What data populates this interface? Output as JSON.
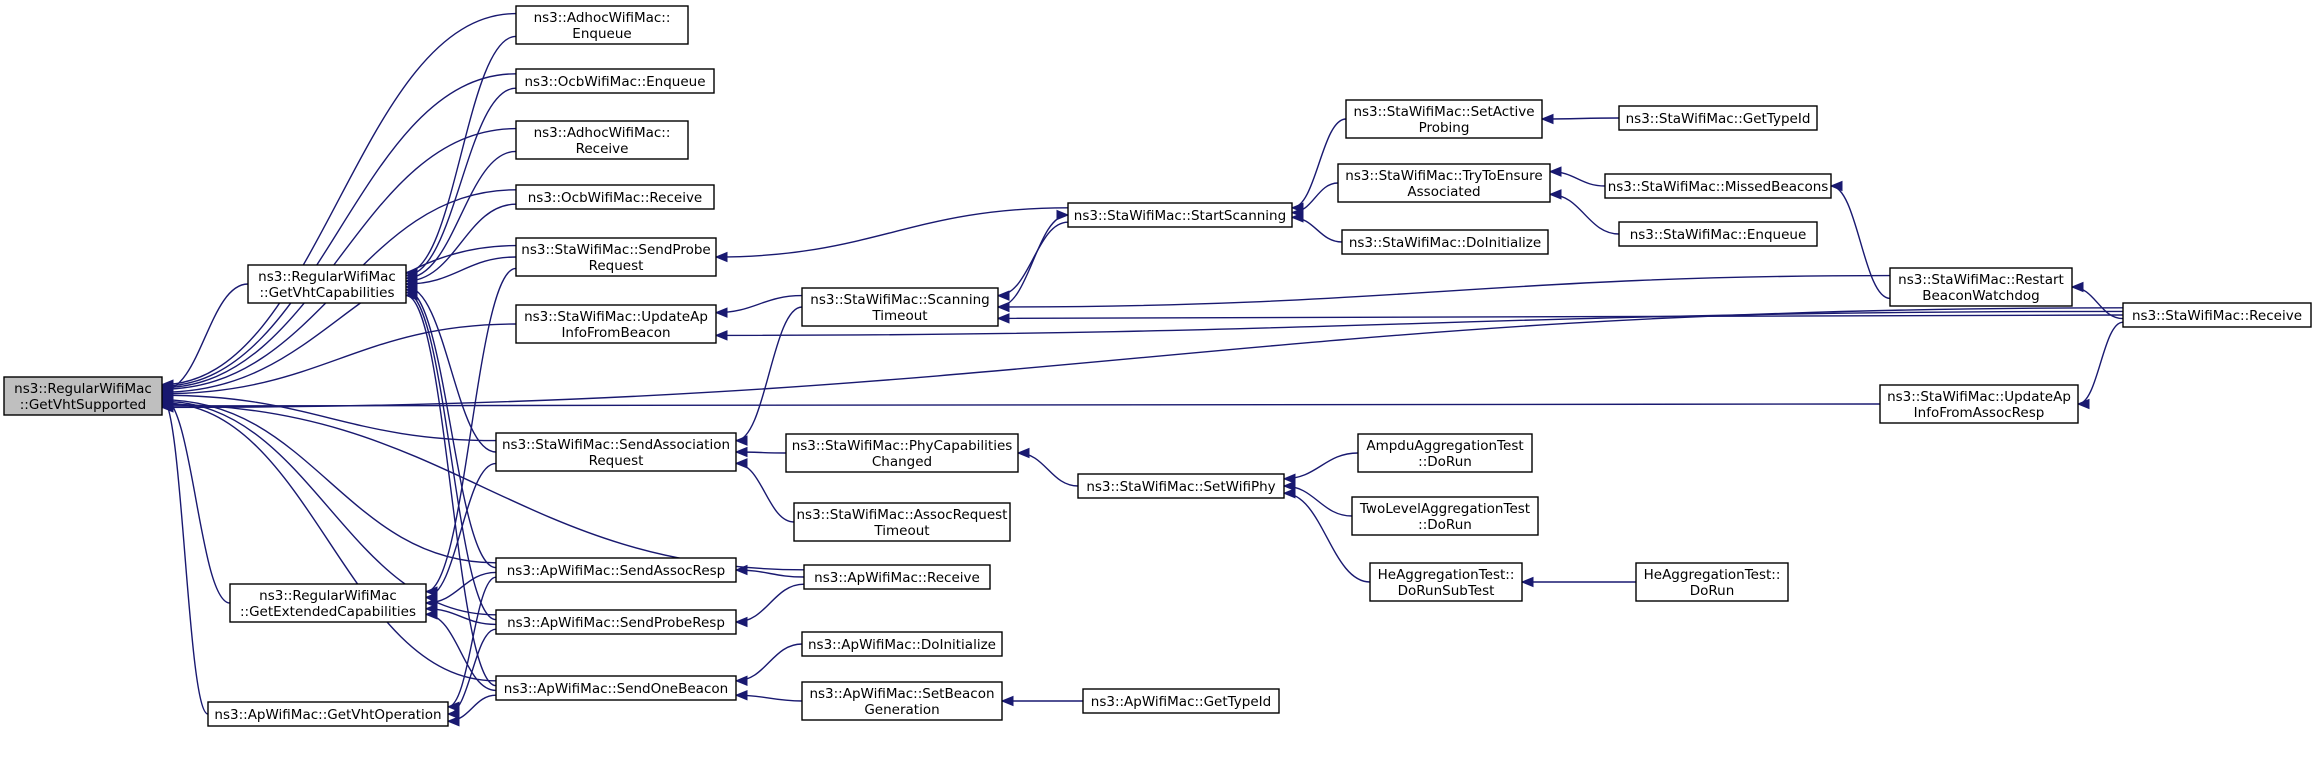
{
  "graph": {
    "nodes": {
      "vhtsupported": {
        "lines": [
          "ns3::RegularWifiMac",
          "::GetVhtSupported"
        ],
        "root": true
      },
      "adhocenqueue": {
        "lines": [
          "ns3::AdhocWifiMac::",
          "Enqueue"
        ]
      },
      "ocbenqueue": {
        "lines": [
          "ns3::OcbWifiMac::Enqueue"
        ]
      },
      "adhocreceive": {
        "lines": [
          "ns3::AdhocWifiMac::",
          "Receive"
        ]
      },
      "ocbreceive": {
        "lines": [
          "ns3::OcbWifiMac::Receive"
        ]
      },
      "getvhtcap": {
        "lines": [
          "ns3::RegularWifiMac",
          "::GetVhtCapabilities"
        ]
      },
      "sendprobereq": {
        "lines": [
          "ns3::StaWifiMac::SendProbe",
          "Request"
        ]
      },
      "updateapbeacon": {
        "lines": [
          "ns3::StaWifiMac::UpdateAp",
          "InfoFromBeacon"
        ]
      },
      "sendassocreq": {
        "lines": [
          "ns3::StaWifiMac::SendAssociation",
          "Request"
        ]
      },
      "getextcap": {
        "lines": [
          "ns3::RegularWifiMac",
          "::GetExtendedCapabilities"
        ]
      },
      "getvhtop": {
        "lines": [
          "ns3::ApWifiMac::GetVhtOperation"
        ]
      },
      "sendassocresp": {
        "lines": [
          "ns3::ApWifiMac::SendAssocResp"
        ]
      },
      "sendproberesp": {
        "lines": [
          "ns3::ApWifiMac::SendProbeResp"
        ]
      },
      "sendonebeacon": {
        "lines": [
          "ns3::ApWifiMac::SendOneBeacon"
        ]
      },
      "scantimeout": {
        "lines": [
          "ns3::StaWifiMac::Scanning",
          "Timeout"
        ]
      },
      "phycapchanged": {
        "lines": [
          "ns3::StaWifiMac::PhyCapabilities",
          "Changed"
        ]
      },
      "assocreqtimeout": {
        "lines": [
          "ns3::StaWifiMac::AssocRequest",
          "Timeout"
        ]
      },
      "apreceive": {
        "lines": [
          "ns3::ApWifiMac::Receive"
        ]
      },
      "apdoinit": {
        "lines": [
          "ns3::ApWifiMac::DoInitialize"
        ]
      },
      "setbeacongen": {
        "lines": [
          "ns3::ApWifiMac::SetBeacon",
          "Generation"
        ]
      },
      "startscanning": {
        "lines": [
          "ns3::StaWifiMac::StartScanning"
        ]
      },
      "setwifiphy": {
        "lines": [
          "ns3::StaWifiMac::SetWifiPhy"
        ]
      },
      "apgettypeid": {
        "lines": [
          "ns3::ApWifiMac::GetTypeId"
        ]
      },
      "setactiveprobing": {
        "lines": [
          "ns3::StaWifiMac::SetActive",
          "Probing"
        ]
      },
      "trytoensure": {
        "lines": [
          "ns3::StaWifiMac::TryToEnsure",
          "Associated"
        ]
      },
      "stadoinit": {
        "lines": [
          "ns3::StaWifiMac::DoInitialize"
        ]
      },
      "ampdutest": {
        "lines": [
          "AmpduAggregationTest",
          "::DoRun"
        ]
      },
      "twoleveltest": {
        "lines": [
          "TwoLevelAggregationTest",
          "::DoRun"
        ]
      },
      "hesubtest": {
        "lines": [
          "HeAggregationTest::",
          "DoRunSubTest"
        ]
      },
      "stagettypeid": {
        "lines": [
          "ns3::StaWifiMac::GetTypeId"
        ]
      },
      "missedbeacons": {
        "lines": [
          "ns3::StaWifiMac::MissedBeacons"
        ]
      },
      "staenqueue": {
        "lines": [
          "ns3::StaWifiMac::Enqueue"
        ]
      },
      "restartwatchdog": {
        "lines": [
          "ns3::StaWifiMac::Restart",
          "BeaconWatchdog"
        ]
      },
      "updateapassoc": {
        "lines": [
          "ns3::StaWifiMac::UpdateAp",
          "InfoFromAssocResp"
        ]
      },
      "hedorun": {
        "lines": [
          "HeAggregationTest::",
          "DoRun"
        ]
      },
      "stareceive": {
        "lines": [
          "ns3::StaWifiMac::Receive"
        ]
      }
    },
    "edges": [
      [
        "vhtsupported",
        "adhocenqueue"
      ],
      [
        "vhtsupported",
        "ocbenqueue"
      ],
      [
        "vhtsupported",
        "adhocreceive"
      ],
      [
        "vhtsupported",
        "ocbreceive"
      ],
      [
        "vhtsupported",
        "getvhtcap"
      ],
      [
        "vhtsupported",
        "sendprobereq"
      ],
      [
        "vhtsupported",
        "updateapbeacon"
      ],
      [
        "vhtsupported",
        "sendassocreq"
      ],
      [
        "vhtsupported",
        "getextcap"
      ],
      [
        "vhtsupported",
        "getvhtop"
      ],
      [
        "vhtsupported",
        "sendassocresp"
      ],
      [
        "vhtsupported",
        "sendproberesp"
      ],
      [
        "vhtsupported",
        "sendonebeacon"
      ],
      [
        "vhtsupported",
        "apreceive"
      ],
      [
        "vhtsupported",
        "updateapassoc"
      ],
      [
        "vhtsupported",
        "stareceive"
      ],
      [
        "getvhtcap",
        "adhocenqueue"
      ],
      [
        "getvhtcap",
        "ocbenqueue"
      ],
      [
        "getvhtcap",
        "adhocreceive"
      ],
      [
        "getvhtcap",
        "ocbreceive"
      ],
      [
        "getvhtcap",
        "sendprobereq"
      ],
      [
        "getvhtcap",
        "sendassocreq"
      ],
      [
        "getvhtcap",
        "sendassocresp"
      ],
      [
        "getvhtcap",
        "sendproberesp"
      ],
      [
        "getvhtcap",
        "sendonebeacon"
      ],
      [
        "getextcap",
        "sendprobereq"
      ],
      [
        "getextcap",
        "sendassocreq"
      ],
      [
        "getextcap",
        "sendassocresp"
      ],
      [
        "getextcap",
        "sendproberesp"
      ],
      [
        "getextcap",
        "sendonebeacon"
      ],
      [
        "getvhtop",
        "sendassocresp"
      ],
      [
        "getvhtop",
        "sendproberesp"
      ],
      [
        "getvhtop",
        "sendonebeacon"
      ],
      [
        "sendprobereq",
        "startscanning"
      ],
      [
        "updateapbeacon",
        "scantimeout"
      ],
      [
        "updateapbeacon",
        "stareceive"
      ],
      [
        "sendassocreq",
        "scantimeout"
      ],
      [
        "sendassocreq",
        "phycapchanged"
      ],
      [
        "sendassocreq",
        "assocreqtimeout"
      ],
      [
        "sendassocresp",
        "apreceive"
      ],
      [
        "sendproberesp",
        "apreceive"
      ],
      [
        "sendonebeacon",
        "apdoinit"
      ],
      [
        "sendonebeacon",
        "setbeacongen"
      ],
      [
        "scantimeout",
        "startscanning"
      ],
      [
        "scantimeout",
        "restartwatchdog"
      ],
      [
        "scantimeout",
        "stareceive"
      ],
      [
        "startscanning",
        "scantimeout"
      ],
      [
        "startscanning",
        "setactiveprobing"
      ],
      [
        "startscanning",
        "trytoensure"
      ],
      [
        "startscanning",
        "stadoinit"
      ],
      [
        "phycapchanged",
        "setwifiphy"
      ],
      [
        "setbeacongen",
        "apgettypeid"
      ],
      [
        "setwifiphy",
        "ampdutest"
      ],
      [
        "setwifiphy",
        "twoleveltest"
      ],
      [
        "setwifiphy",
        "hesubtest"
      ],
      [
        "setactiveprobing",
        "stagettypeid"
      ],
      [
        "trytoensure",
        "missedbeacons"
      ],
      [
        "trytoensure",
        "staenqueue"
      ],
      [
        "missedbeacons",
        "restartwatchdog"
      ],
      [
        "hesubtest",
        "hedorun"
      ],
      [
        "restartwatchdog",
        "stareceive"
      ],
      [
        "updateapassoc",
        "stareceive"
      ]
    ]
  }
}
